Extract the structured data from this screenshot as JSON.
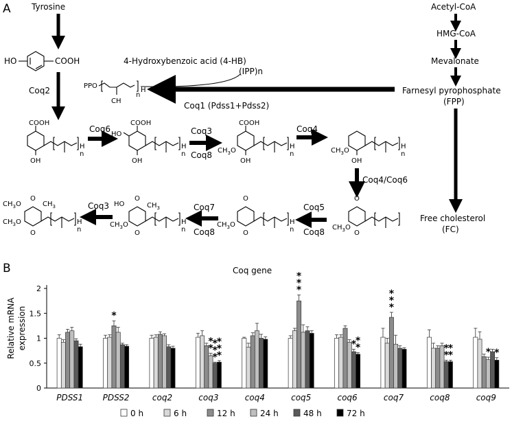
{
  "panel_a": {
    "panel_label": "A",
    "nodes": {
      "tyrosine": "Tyrosine",
      "hb_formula": "HO",
      "hb_cooh": "COOH",
      "hb_name": "4-Hydroxybenzoic acid (4-HB)",
      "acetyl_coa": "Acetyl-CoA",
      "hmg_coa": "HMG-CoA",
      "mevalonate": "Mevalonate",
      "fpp_name": "Farnesyl pyrophosphate",
      "fpp_abbr": "(FPP)",
      "ipp": "(IPP)n",
      "ppo": "PPO",
      "free_chol": "Free cholesterol",
      "fc_abbr": "(FC)"
    },
    "enzymes": {
      "coq2": "Coq2",
      "coq1": "Coq1 (Pdss1+Pdss2)",
      "coq6_a": "Coq6",
      "coq3_a": "Coq3",
      "coq8_a": "Coq8",
      "coq4": "Coq4",
      "coq4_coq6": "Coq4/Coq6",
      "coq5": "Coq5",
      "coq8_b": "Coq8",
      "coq7": "Coq7",
      "coq8_c": "Coq8",
      "coq3_b": "Coq3"
    },
    "chem_labels": {
      "cooh": "COOH",
      "oh": "OH",
      "ch3": "CH",
      "ch3_sub": "3",
      "ch3o": "CH",
      "ch3o_sub": "3",
      "o_letter": "O",
      "h": "H",
      "n": "n",
      "o": "O",
      "ho": "HO"
    }
  },
  "panel_b": {
    "panel_label": "B",
    "title": "Coq gene",
    "ylabel_line1": "Relative mRNA",
    "ylabel_line2": "expression",
    "legend": [
      "0 h",
      "6 h",
      "12 h",
      "24 h",
      "48 h",
      "72 h"
    ],
    "colors": [
      "#ffffff",
      "#d9d9d9",
      "#8c8c8c",
      "#bfbfbf",
      "#5a5a5a",
      "#000000"
    ]
  },
  "chart_data": {
    "type": "bar",
    "title": "Coq gene",
    "ylabel": "Relative mRNA expression",
    "xlabel": "",
    "ylim": [
      0,
      2
    ],
    "yticks": [
      "0",
      "0.5",
      "1",
      "1.5",
      "2"
    ],
    "categories": [
      "PDSS1",
      "PDSS2",
      "coq2",
      "coq3",
      "coq4",
      "coq5",
      "coq6",
      "coq7",
      "coq8",
      "coq9"
    ],
    "series": [
      {
        "name": "0 h",
        "values": [
          1.0,
          1.0,
          1.0,
          1.02,
          1.0,
          1.0,
          1.0,
          1.02,
          1.02,
          1.02
        ]
      },
      {
        "name": "6 h",
        "values": [
          0.92,
          1.02,
          1.02,
          1.05,
          0.82,
          1.15,
          1.02,
          0.9,
          0.8,
          0.98
        ]
      },
      {
        "name": "12 h",
        "values": [
          1.12,
          1.25,
          1.08,
          0.85,
          1.05,
          1.75,
          1.2,
          1.42,
          0.8,
          0.63
        ]
      },
      {
        "name": "24 h",
        "values": [
          1.15,
          1.12,
          1.05,
          0.65,
          1.15,
          1.12,
          0.92,
          0.88,
          0.85,
          0.57
        ]
      },
      {
        "name": "48 h",
        "values": [
          0.95,
          0.87,
          0.83,
          0.5,
          1.0,
          1.15,
          0.73,
          0.8,
          0.53,
          0.73
        ]
      },
      {
        "name": "72 h",
        "values": [
          0.83,
          0.84,
          0.8,
          0.52,
          0.98,
          1.1,
          0.68,
          0.78,
          0.53,
          0.56
        ]
      }
    ],
    "errors": [
      [
        0.07,
        0.06,
        0.06,
        0.08,
        0.02,
        0.05,
        0.07,
        0.18,
        0.15,
        0.18
      ],
      [
        0.05,
        0.05,
        0.05,
        0.1,
        0.08,
        0.05,
        0.05,
        0.1,
        0.1,
        0.15
      ],
      [
        0.06,
        0.1,
        0.05,
        0.05,
        0.06,
        0.12,
        0.05,
        0.1,
        0.05,
        0.05
      ],
      [
        0.07,
        0.1,
        0.04,
        0.05,
        0.15,
        0.15,
        0.05,
        0.18,
        0.05,
        0.05
      ],
      [
        0.04,
        0.03,
        0.04,
        0.02,
        0.08,
        0.08,
        0.05,
        0.05,
        0.03,
        0.05
      ],
      [
        0.05,
        0.03,
        0.04,
        0.03,
        0.05,
        0.05,
        0.03,
        0.03,
        0.03,
        0.05
      ]
    ],
    "significance": [
      {
        "category": "PDSS2",
        "series": "12 h",
        "label": "*"
      },
      {
        "category": "coq3",
        "series": "24 h",
        "label": "**"
      },
      {
        "category": "coq3",
        "series": "48 h",
        "label": "***"
      },
      {
        "category": "coq3",
        "series": "72 h",
        "label": "***"
      },
      {
        "category": "coq5",
        "series": "12 h",
        "label": "***"
      },
      {
        "category": "coq6",
        "series": "48 h",
        "label": "*"
      },
      {
        "category": "coq6",
        "series": "72 h",
        "label": "**"
      },
      {
        "category": "coq7",
        "series": "12 h",
        "label": "***"
      },
      {
        "category": "coq8",
        "series": "48 h",
        "label": "**"
      },
      {
        "category": "coq8",
        "series": "72 h",
        "label": "**"
      },
      {
        "category": "coq9",
        "series": "24 h",
        "label": "*"
      },
      {
        "category": "coq9",
        "series": "72 h",
        "label": "*"
      }
    ],
    "legend_position": "bottom"
  }
}
